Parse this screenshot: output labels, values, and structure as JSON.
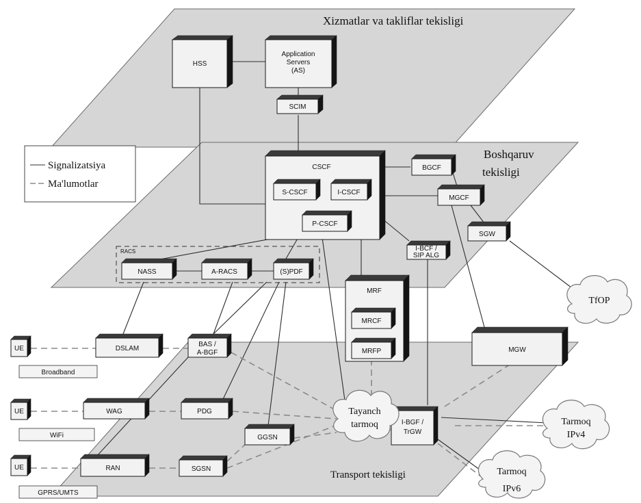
{
  "planes": {
    "services": "Xizmatlar va takliflar tekisligi",
    "control_line1": "Boshqaruv",
    "control_line2": "tekisligi",
    "transport": "Transport tekisligi"
  },
  "legend": {
    "signaling": "Signalizatsiya",
    "data": "Ma'lumotlar"
  },
  "group_labels": {
    "racs": "RACS"
  },
  "nodes": {
    "hss": "HSS",
    "as_line1": "Application",
    "as_line2": "Servers",
    "as_line3": "(AS)",
    "scim": "SCIM",
    "cscf": "CSCF",
    "s_cscf": "S-CSCF",
    "i_cscf": "I-CSCF",
    "p_cscf": "P-CSCF",
    "bgcf": "BGCF",
    "mgcf": "MGCF",
    "sgw": "SGW",
    "ibcf_line1": "I-BCF /",
    "ibcf_line2": "SIP ALG",
    "nass": "NASS",
    "a_racs": "A-RACS",
    "spdf": "(S)PDF",
    "mrf": "MRF",
    "mrcf": "MRCF",
    "mrfp": "MRFP",
    "mgw": "MGW",
    "dslam": "DSLAM",
    "bas_line1": "BAS /",
    "bas_line2": "A-BGF",
    "wag": "WAG",
    "pdg": "PDG",
    "ggsn": "GGSN",
    "ran": "RAN",
    "sgsn": "SGSN",
    "ibgf_line1": "I-BGF /",
    "ibgf_line2": "TrGW",
    "ue_broadband": "UE",
    "ue_wifi": "UE",
    "ue_gprs": "UE"
  },
  "access": {
    "broadband": "Broadband",
    "wifi": "WiFi",
    "gprs": "GPRS/UMTS"
  },
  "clouds": {
    "core_line1": "Tayanch",
    "core_line2": "tarmoq",
    "tfop": "TfOP",
    "ipv4_line1": "Tarmoq",
    "ipv4_line2": "IPv4",
    "ipv6_line1": "Tarmoq",
    "ipv6_line2": "IPv6"
  }
}
